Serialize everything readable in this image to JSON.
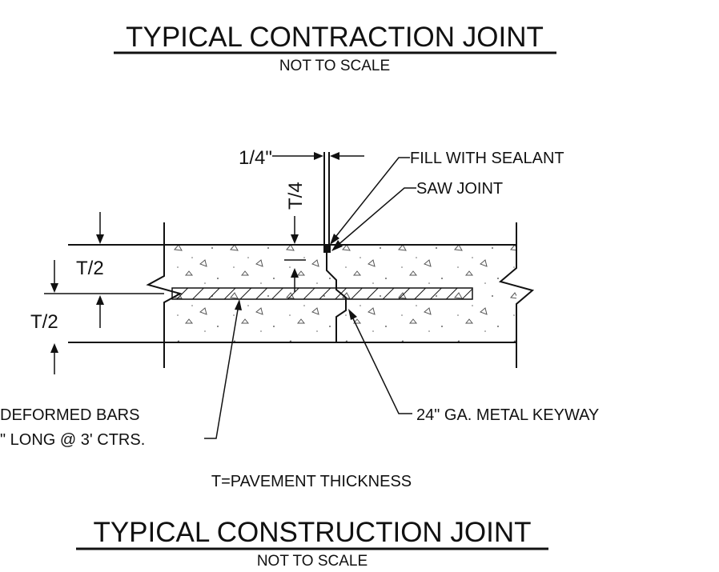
{
  "titles": {
    "top_title": "TYPICAL CONTRACTION JOINT",
    "top_subtitle": "NOT TO SCALE",
    "bottom_title": "TYPICAL CONSTRUCTION JOINT",
    "bottom_subtitle": "NOT TO SCALE"
  },
  "dimensions": {
    "joint_width": "1/4\"",
    "saw_depth": "T/4",
    "upper_half": "T/2",
    "lower_half": "T/2"
  },
  "callouts": {
    "sealant": "FILL WITH SEALANT",
    "saw_joint": "SAW JOINT",
    "keyway": "24\" GA. METAL KEYWAY",
    "bars_line1": "DEFORMED BARS",
    "bars_line2": "\" LONG @ 3' CTRS."
  },
  "notes": {
    "thickness": "T=PAVEMENT THICKNESS"
  },
  "colors": {
    "ink": "#111111",
    "background": "#ffffff"
  }
}
